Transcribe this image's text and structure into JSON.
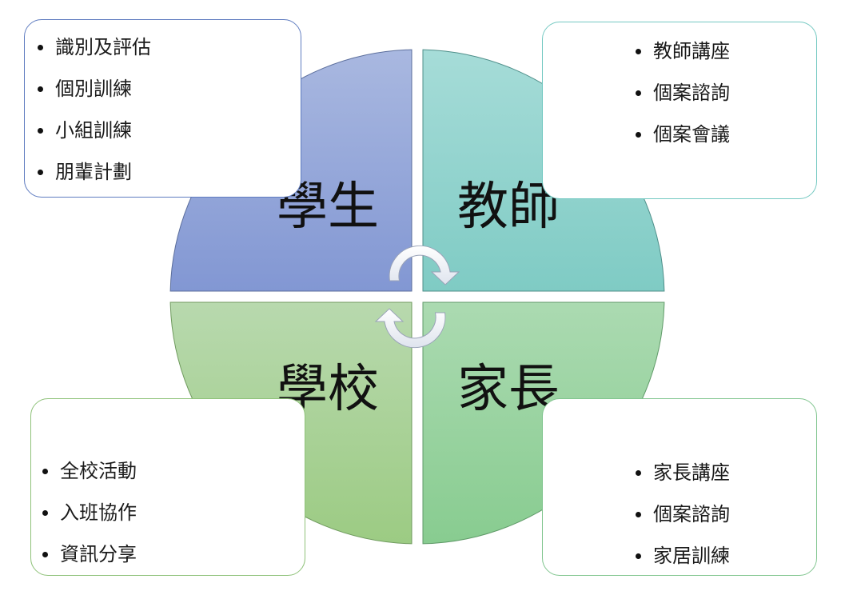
{
  "quadrants": {
    "students": {
      "label": "學生",
      "items": [
        "識別及評估",
        "個別訓練",
        "小組訓練",
        "朋輩計劃"
      ]
    },
    "teachers": {
      "label": "教師",
      "items": [
        "教師講座",
        "個案諮詢",
        "個案會議"
      ]
    },
    "school": {
      "label": "學校",
      "items": [
        "全校活動",
        "入班協作",
        "資訊分享"
      ]
    },
    "parents": {
      "label": "家長",
      "items": [
        "家長講座",
        "個案諮詢",
        "家居訓練"
      ]
    }
  },
  "colors": {
    "students_top": "#a9b8e0",
    "students_bottom": "#8297d3",
    "teachers_top": "#a6dcd8",
    "teachers_bottom": "#7fcbc4",
    "school_top": "#b8d9ae",
    "school_bottom": "#9ccb83",
    "parents_top": "#abdab1",
    "parents_bottom": "#88cc90"
  },
  "icons": {
    "cycle": [
      "cycle-arrow-top-icon",
      "cycle-arrow-bottom-icon"
    ]
  }
}
